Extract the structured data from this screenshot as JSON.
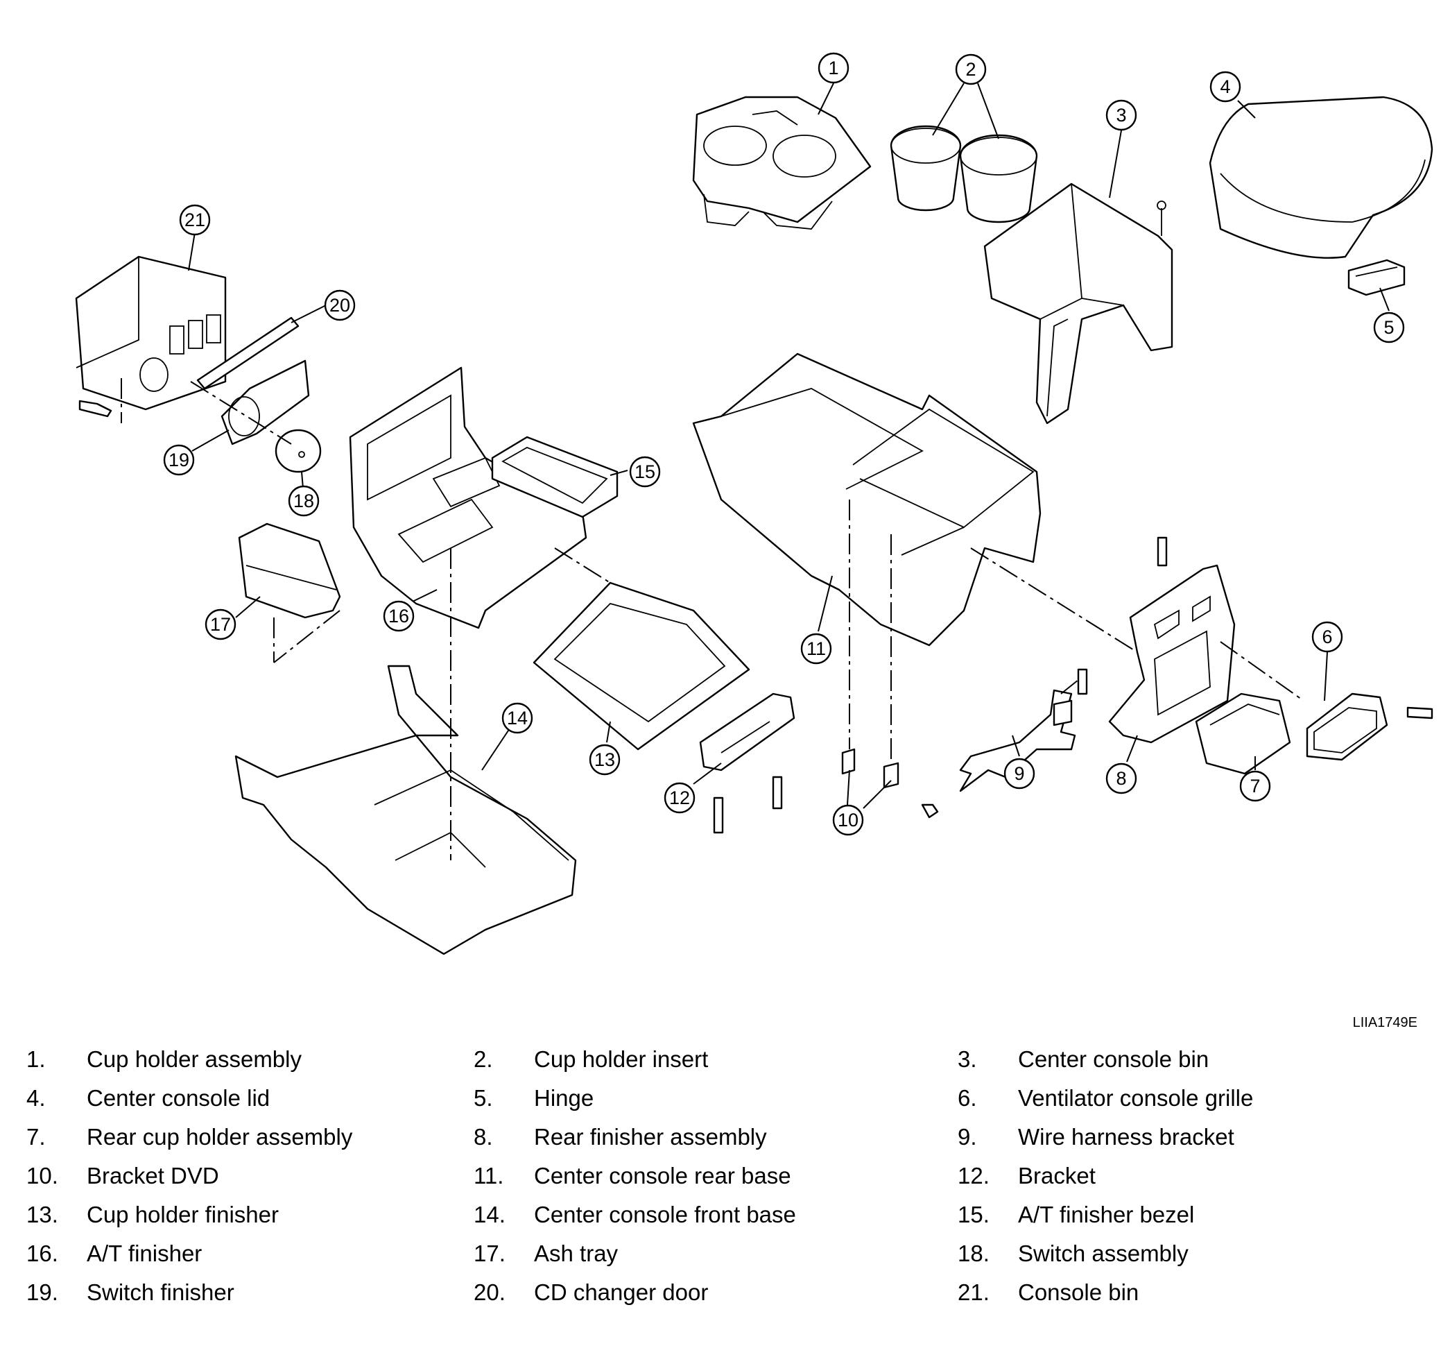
{
  "figure_code": "LIIA1749E",
  "callouts": [
    "1",
    "2",
    "3",
    "4",
    "5",
    "6",
    "7",
    "8",
    "9",
    "10",
    "11",
    "12",
    "13",
    "14",
    "15",
    "16",
    "17",
    "18",
    "19",
    "20",
    "21"
  ],
  "legend": [
    {
      "num": "1.",
      "label": "Cup holder assembly"
    },
    {
      "num": "2.",
      "label": "Cup holder insert"
    },
    {
      "num": "3.",
      "label": "Center console bin"
    },
    {
      "num": "4.",
      "label": "Center console lid"
    },
    {
      "num": "5.",
      "label": "Hinge"
    },
    {
      "num": "6.",
      "label": "Ventilator console grille"
    },
    {
      "num": "7.",
      "label": "Rear cup holder assembly"
    },
    {
      "num": "8.",
      "label": "Rear finisher assembly"
    },
    {
      "num": "9.",
      "label": "Wire harness bracket"
    },
    {
      "num": "10.",
      "label": "Bracket DVD"
    },
    {
      "num": "11.",
      "label": "Center console rear base"
    },
    {
      "num": "12.",
      "label": "Bracket"
    },
    {
      "num": "13.",
      "label": "Cup holder finisher"
    },
    {
      "num": "14.",
      "label": "Center console front base"
    },
    {
      "num": "15.",
      "label": "A/T finisher bezel"
    },
    {
      "num": "16.",
      "label": "A/T finisher"
    },
    {
      "num": "17.",
      "label": "Ash tray"
    },
    {
      "num": "18.",
      "label": "Switch assembly"
    },
    {
      "num": "19.",
      "label": "Switch finisher"
    },
    {
      "num": "20.",
      "label": "CD changer door"
    },
    {
      "num": "21.",
      "label": "Console bin"
    }
  ]
}
